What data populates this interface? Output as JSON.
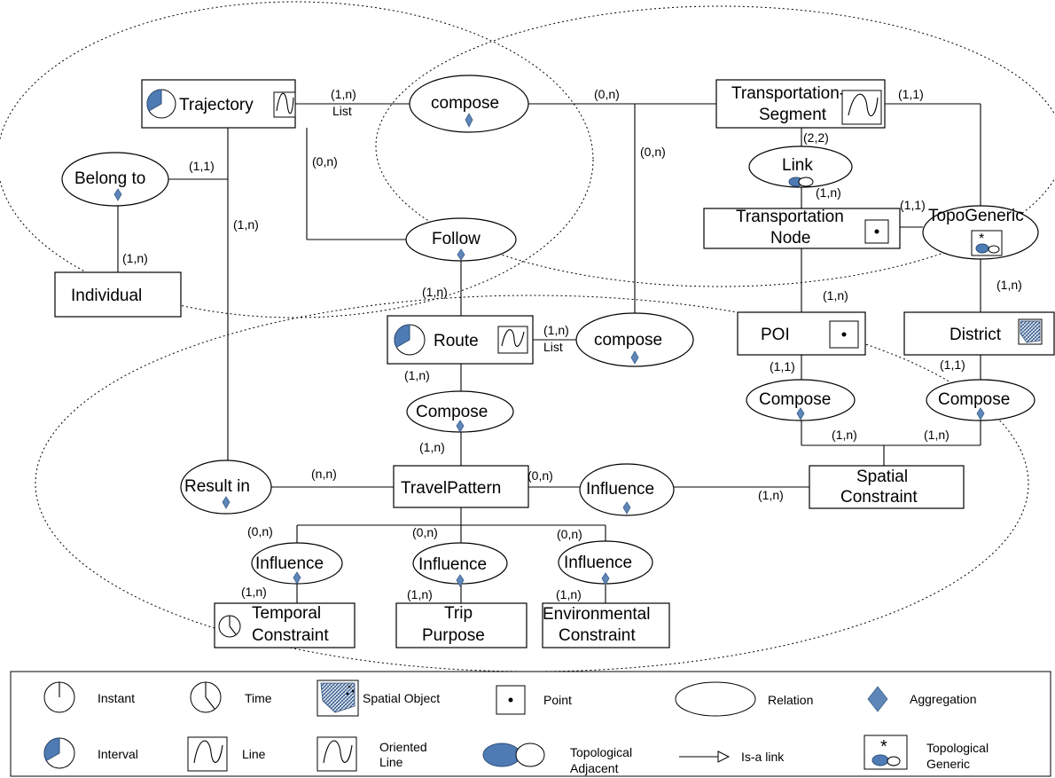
{
  "entities": {
    "trajectory": "Trajectory",
    "transport_segment_1": "Transportation-",
    "transport_segment_2": "Segment",
    "transport_node_1": "Transportation",
    "transport_node_2": "Node",
    "individual": "Individual",
    "route": "Route",
    "poi": "POI",
    "district": "District",
    "travel_pattern": "TravelPattern",
    "spatial_constraint_1": "Spatial",
    "spatial_constraint_2": "Constraint",
    "temporal_constraint_1": "Temporal",
    "temporal_constraint_2": "Constraint",
    "trip_purpose_1": "Trip",
    "trip_purpose_2": "Purpose",
    "environmental_constraint_1": "Environmental",
    "environmental_constraint_2": "Constraint"
  },
  "relations": {
    "compose_top": "compose",
    "belong_to": "Belong to",
    "link": "Link",
    "topo_generic": "TopoGeneric",
    "follow": "Follow",
    "compose_route": "compose",
    "compose_travel": "Compose",
    "compose_poi": "Compose",
    "compose_district": "Compose",
    "result_in": "Result in",
    "influence_spatial": "Influence",
    "influence_temporal": "Influence",
    "influence_purpose": "Influence",
    "influence_env": "Influence"
  },
  "cardinalities": {
    "traj_compose": "(1,n)",
    "traj_compose_list": "List",
    "compose_segment": "(0,n)",
    "segment_topo": "(1,1)",
    "belong_traj": "(1,1)",
    "traj_follow": "(0,n)",
    "compose_route_link": "(0,n)",
    "segment_link": "(2,2)",
    "link_node": "(1,n)",
    "node_topo": "(1,1)",
    "traj_result": "(1,n)",
    "belong_individual": "(1,n)",
    "follow_route": "(1,n)",
    "node_poi": "(1,n)",
    "topo_district": "(1,n)",
    "route_compose": "(1,n)",
    "route_compose_list": "List",
    "poi_compose": "(1,1)",
    "district_compose": "(1,1)",
    "route_travel": "(1,n)",
    "travel_compose": "(1,n)",
    "compose_spatial_a": "(1,n)",
    "compose_spatial_b": "(1,n)",
    "result_travel": "(n,n)",
    "travel_influence": "(0,n)",
    "influence_spatial": "(1,n)",
    "tp_temporal": "(0,n)",
    "tp_purpose": "(0,n)",
    "tp_env": "(0,n)",
    "inf_temporal": "(1,n)",
    "inf_purpose": "(1,n)",
    "inf_env": "(1,n)"
  },
  "legend": {
    "instant": "Instant",
    "time": "Time",
    "spatial_object": "Spatial Object",
    "point": "Point",
    "relation": "Relation",
    "aggregation": "Aggregation",
    "interval": "Interval",
    "line": "Line",
    "oriented_line_1": "Oriented",
    "oriented_line_2": "Line",
    "topological_adjacent_1": "Topological",
    "topological_adjacent_2": "Adjacent",
    "is_a_link": "Is-a link",
    "topological_generic_1": "Topological",
    "topological_generic_2": "Generic"
  },
  "colors": {
    "aggregation_fill": "#5f86b8",
    "icon_fill": "#4f7bb4",
    "line": "#000000"
  }
}
